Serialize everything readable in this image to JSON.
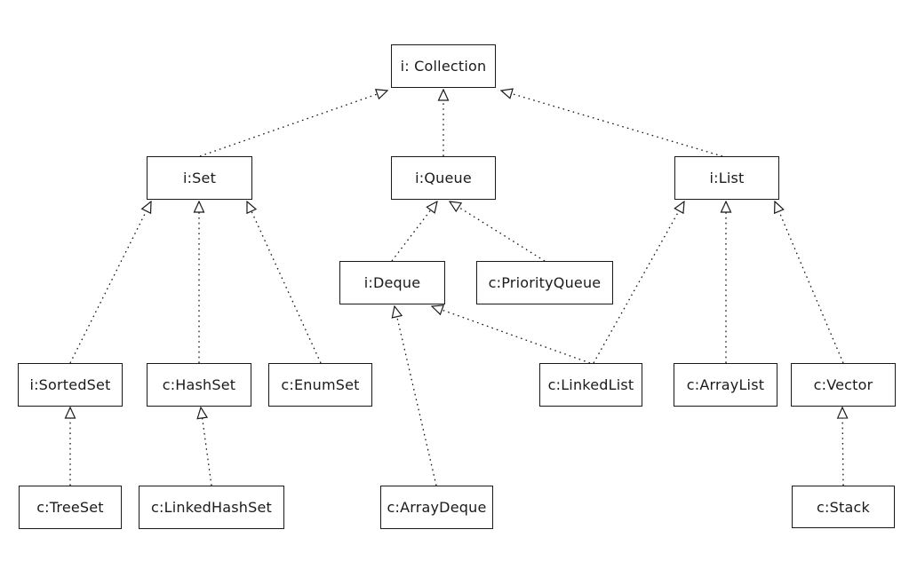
{
  "diagram": {
    "colors": {
      "background": "#ffffff",
      "line": "#141414",
      "box_fill": "#ffffff",
      "box_border": "#1a1a1a"
    },
    "nodes": {
      "collection": {
        "label": "i: Collection"
      },
      "set": {
        "label": "i:Set"
      },
      "queue": {
        "label": "i:Queue"
      },
      "list": {
        "label": "i:List"
      },
      "deque": {
        "label": "i:Deque"
      },
      "priorityqueue": {
        "label": "c:PriorityQueue"
      },
      "sortedset": {
        "label": "i:SortedSet"
      },
      "hashset": {
        "label": "c:HashSet"
      },
      "enumset": {
        "label": "c:EnumSet"
      },
      "linkedlist": {
        "label": "c:LinkedList"
      },
      "arraylist": {
        "label": "c:ArrayList"
      },
      "vector": {
        "label": "c:Vector"
      },
      "treeset": {
        "label": "c:TreeSet"
      },
      "linkedhashset": {
        "label": "c:LinkedHashSet"
      },
      "arraydeque": {
        "label": "c:ArrayDeque"
      },
      "stack": {
        "label": "c:Stack"
      }
    },
    "edges": [
      {
        "from": "set",
        "to": "collection"
      },
      {
        "from": "queue",
        "to": "collection"
      },
      {
        "from": "list",
        "to": "collection"
      },
      {
        "from": "sortedset",
        "to": "set"
      },
      {
        "from": "hashset",
        "to": "set"
      },
      {
        "from": "enumset",
        "to": "set"
      },
      {
        "from": "deque",
        "to": "queue"
      },
      {
        "from": "priorityqueue",
        "to": "queue"
      },
      {
        "from": "linkedlist",
        "to": "deque"
      },
      {
        "from": "linkedlist",
        "to": "list"
      },
      {
        "from": "arraylist",
        "to": "list"
      },
      {
        "from": "vector",
        "to": "list"
      },
      {
        "from": "treeset",
        "to": "sortedset"
      },
      {
        "from": "linkedhashset",
        "to": "hashset"
      },
      {
        "from": "arraydeque",
        "to": "deque"
      },
      {
        "from": "stack",
        "to": "vector"
      }
    ]
  }
}
